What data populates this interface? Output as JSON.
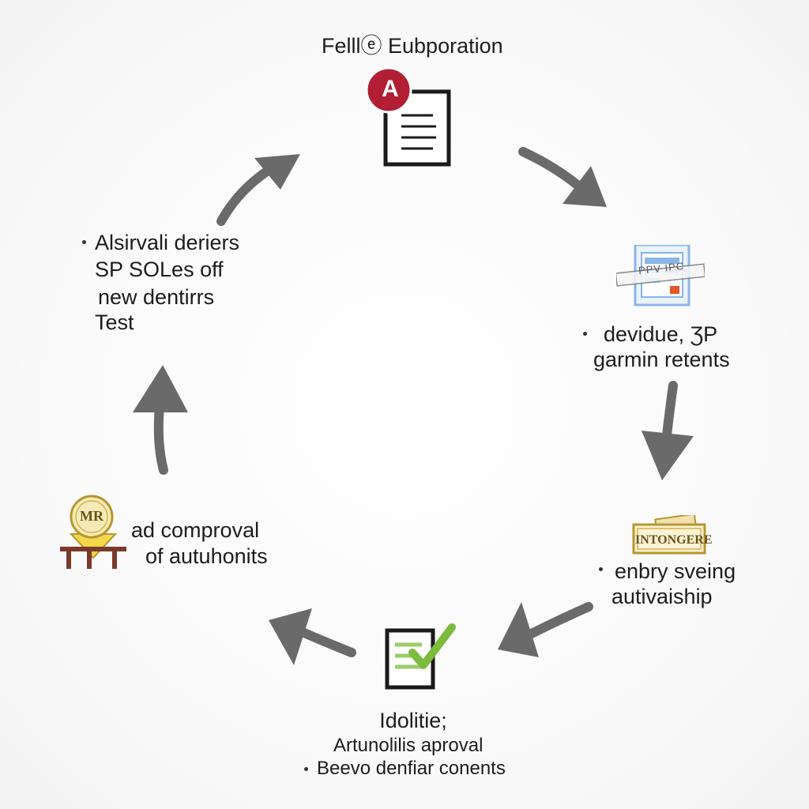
{
  "diagram": {
    "title": "Felllⓔ Eubporation",
    "top_icon_badge": "A",
    "nodes": {
      "right_upper": {
        "icon_text": "PPV IPC",
        "line1": "devidue, ƷP",
        "line2": "garmin retents"
      },
      "right_lower": {
        "stamp_text": "INTONGERE",
        "line1": "enbry sveing",
        "line2": "autivaiship"
      },
      "bottom": {
        "line1": "Idolitie;",
        "line2": "Artunolilis aproval",
        "line3": "Beevo denfiar conents"
      },
      "left_lower": {
        "badge_text": "MR",
        "line1": "ad comproval",
        "line2": "of autuhonits"
      },
      "left_upper": {
        "line1": "Alsirvali deriers",
        "line2": "SP SOLes off",
        "line3": "new dentirrs",
        "line4": "Test"
      }
    },
    "colors": {
      "arrow": "#6a6a6a",
      "badge_red": "#b21e33",
      "check_green": "#7dbb3c",
      "doc_blue": "#8ab6e8",
      "gold": "#d7b24a",
      "text": "#1c1c1c"
    }
  }
}
